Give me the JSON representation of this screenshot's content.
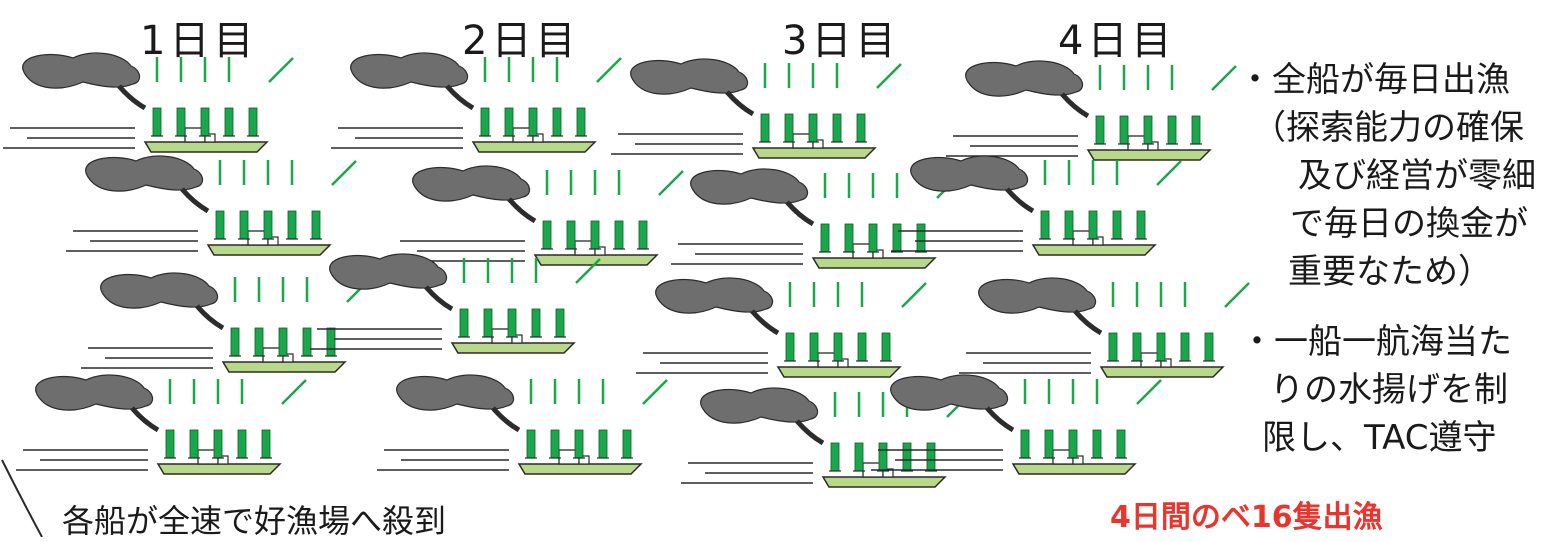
{
  "days": [
    "1日目",
    "2日目",
    "3日目",
    "4日目"
  ],
  "notes": {
    "first": [
      "・全船が毎日出漁",
      "（探索能力の確保",
      "及び経営が零細",
      "で毎日の換金が",
      "重要なため）"
    ],
    "second": [
      "・一船一航海当た",
      "りの水揚げを制",
      "限し、TAC遵守"
    ]
  },
  "total": "4日間のベ16隻出漁",
  "bottom_caption": "各船が全速で好漁場へ殺到",
  "colors": {
    "smoke": "#6e6e6e",
    "smoke_edge": "#2c2c2c",
    "light": "#1aa64a",
    "hull_fill": "#b8d98a",
    "hull_edge": "#2a2a2a",
    "total_text": "#e8362e"
  },
  "icons": {
    "vessel": "fishing-boat-icon",
    "smoke": "smoke-plume-icon",
    "light": "fishing-light-icon"
  }
}
